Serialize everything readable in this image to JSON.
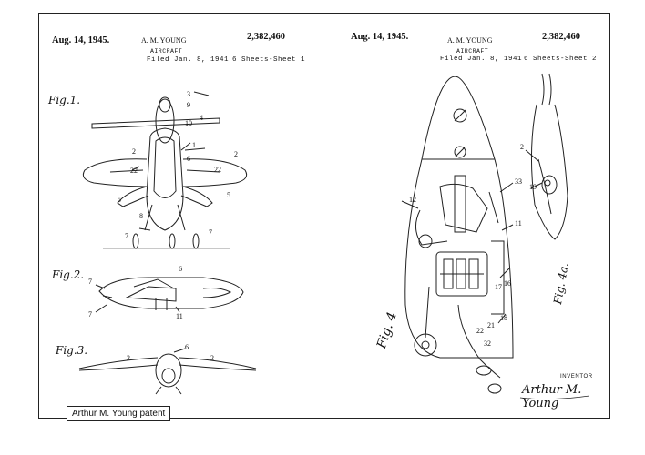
{
  "sheet1": {
    "date": "Aug. 14, 1945.",
    "inventor": "A. M. YOUNG",
    "title": "AIRCRAFT",
    "filed": "Filed Jan. 8, 1941",
    "patent_number": "2,382,460",
    "sheets": "6 Sheets-Sheet 1",
    "figures": [
      "Fig.1.",
      "Fig.2.",
      "Fig.3."
    ]
  },
  "sheet2": {
    "date": "Aug. 14, 1945.",
    "inventor": "A. M. YOUNG",
    "title": "AIRCRAFT",
    "filed": "Filed Jan. 8, 1941",
    "patent_number": "2,382,460",
    "sheets": "6 Sheets-Sheet 2",
    "figures": [
      "Fig. 4",
      "Fig. 4a."
    ],
    "inventor_label": "INVENTOR",
    "signature": "Arthur M. Young"
  },
  "caption": "Arthur M. Young patent",
  "ref_numerals": [
    "1",
    "2",
    "3",
    "4",
    "5",
    "6",
    "7",
    "8",
    "9",
    "10",
    "11",
    "12",
    "16",
    "17",
    "18",
    "19",
    "21",
    "22",
    "32",
    "33"
  ]
}
